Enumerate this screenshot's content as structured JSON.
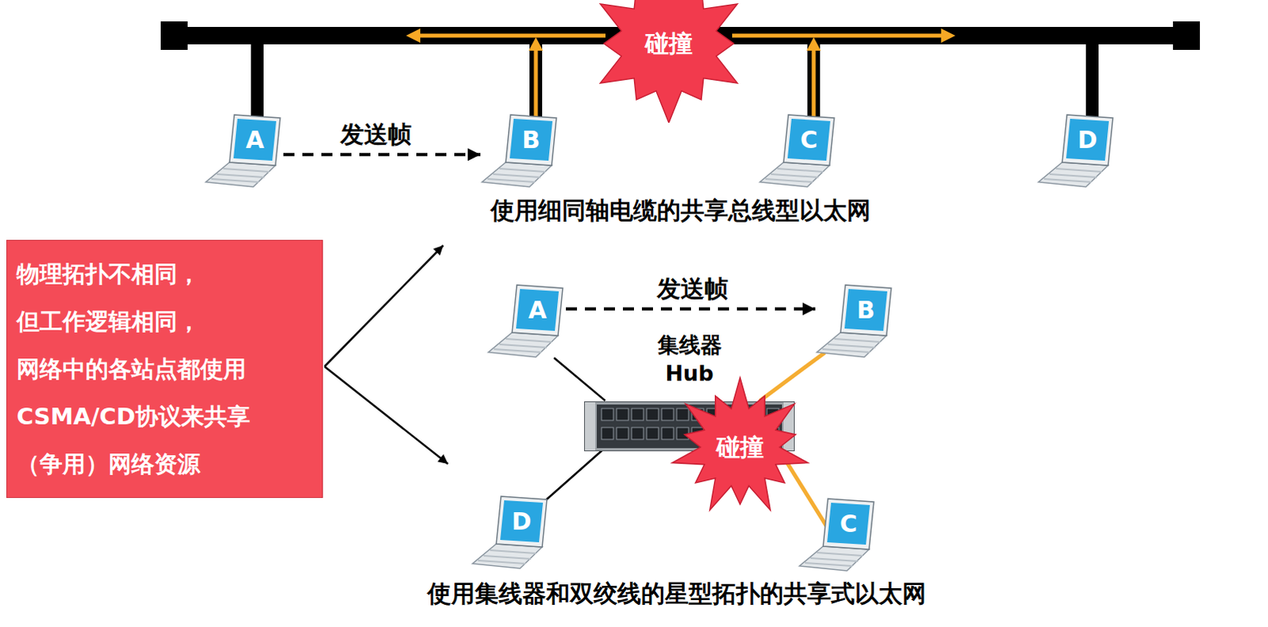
{
  "diagram": {
    "nodes": [
      {
        "text": [
          "碰撞"
        ]
      },
      {
        "text": [
          "A"
        ]
      },
      {
        "text": [
          "B"
        ]
      },
      {
        "text": [
          "C"
        ]
      },
      {
        "text": [
          "D"
        ]
      },
      {
        "text": [
          "物理拓扑不相同， 但工作逻辑相同， 网络中的各站点都使用 CSMA/CD协议来共享 （争用）网络资源"
        ]
      },
      {
        "text": [
          "A"
        ]
      },
      {
        "text": [
          "B"
        ]
      },
      {
        "text": [
          "集线器 Hub"
        ]
      },
      {
        "text": [
          "碰撞"
        ]
      },
      {
        "text": [
          "D"
        ]
      },
      {
        "text": [
          "C"
        ]
      }
    ],
    "edges": [
      {
        "from": 1,
        "to": 2,
        "arrow": "to",
        "label": "发送帧"
      },
      {
        "from": 6,
        "to": 7,
        "arrow": "to",
        "label": "发送帧"
      },
      {
        "from": 8,
        "to": 6,
        "arrow": "none"
      },
      {
        "from": 8,
        "to": 7,
        "arrow": "none"
      },
      {
        "from": 8,
        "to": 11,
        "arrow": "none"
      },
      {
        "from": 8,
        "to": 10,
        "arrow": "none"
      }
    ],
    "labels": [
      "使用细同轴电缆的共享总线型以太网",
      "使用集线器和双绞线的星型拓扑的共享式以太网"
    ]
  }
}
